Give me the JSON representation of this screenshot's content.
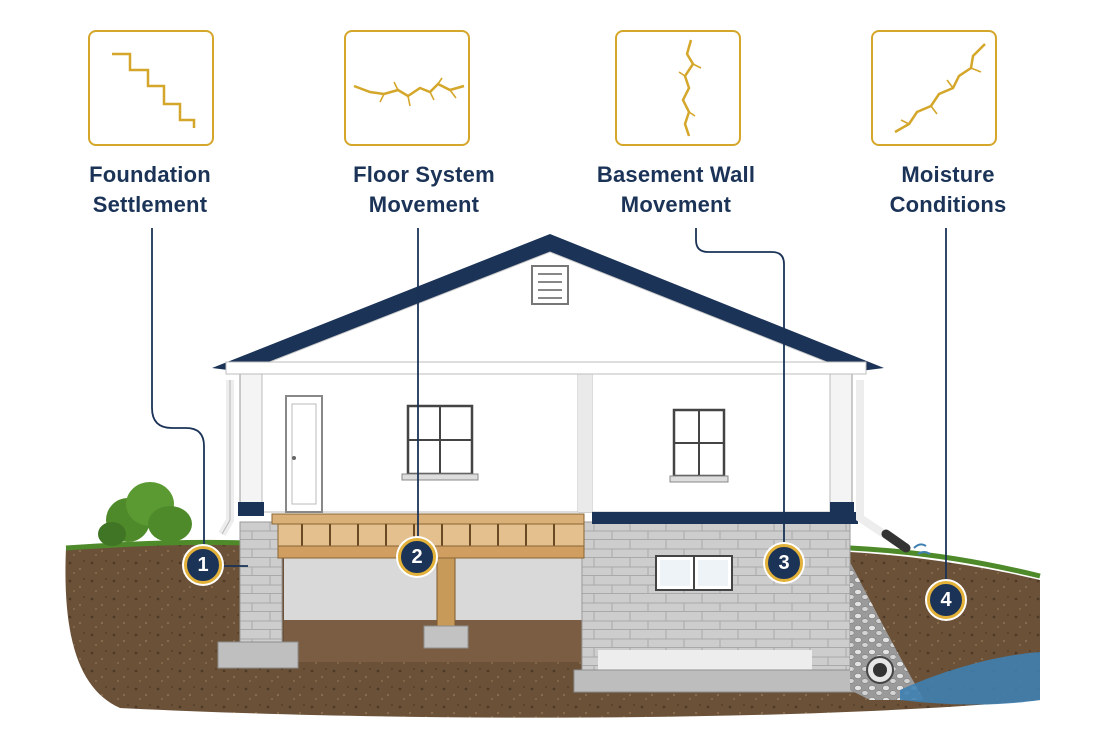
{
  "callouts": [
    {
      "number": "1",
      "title_line1": "Foundation",
      "title_line2": "Settlement",
      "icon": "stair-step-crack-icon"
    },
    {
      "number": "2",
      "title_line1": "Floor System",
      "title_line2": "Movement",
      "icon": "horizontal-crack-icon"
    },
    {
      "number": "3",
      "title_line1": "Basement Wall",
      "title_line2": "Movement",
      "icon": "vertical-crack-icon"
    },
    {
      "number": "4",
      "title_line1": "Moisture",
      "title_line2": "Conditions",
      "icon": "diagonal-crack-icon"
    }
  ],
  "colors": {
    "navy": "#1b3357",
    "gold": "#d4a62a",
    "soil": "#6b5138",
    "grass": "#4f8a2a",
    "water": "#3f7fb0",
    "concrete": "#cfcfcf"
  }
}
